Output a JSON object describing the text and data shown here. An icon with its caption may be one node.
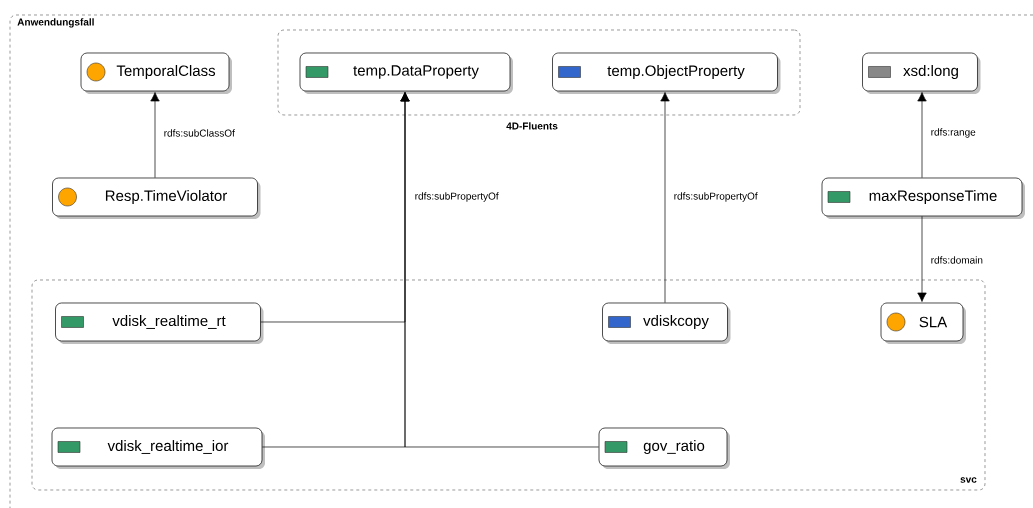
{
  "diagram": {
    "nodes": [
      {
        "text": [
          "Anwendungsfall"
        ]
      },
      {
        "text": [
          "4D-Fluents"
        ],
        "in": 0
      },
      {
        "text": [
          "temp.DataProperty"
        ],
        "in": 1
      },
      {
        "text": [
          "temp.ObjectProperty"
        ],
        "in": 1
      },
      {
        "text": [
          "TemporalClass"
        ],
        "in": 0
      },
      {
        "text": [
          "xsd:long"
        ],
        "in": 0
      },
      {
        "text": [
          "Resp.TimeViolator"
        ],
        "in": 0
      },
      {
        "text": [
          "maxResponseTime"
        ],
        "in": 0
      },
      {
        "text": [
          "svc"
        ],
        "in": 0
      },
      {
        "text": [
          "vdisk_realtime_rt"
        ],
        "in": 8
      },
      {
        "text": [
          "vdiskcopy"
        ],
        "in": 8
      },
      {
        "text": [
          "SLA"
        ],
        "in": 8
      },
      {
        "text": [
          "vdisk_realtime_ior"
        ],
        "in": 8
      },
      {
        "text": [
          "gov_ratio"
        ],
        "in": 8
      }
    ],
    "edges": [
      {
        "from": 6,
        "to": 4,
        "arrow": "to",
        "label": "rdfs:subClassOf"
      },
      {
        "from": 9,
        "to": 2,
        "arrow": "to",
        "label": "rdfs:subPropertyOf"
      },
      {
        "from": 12,
        "to": 2,
        "arrow": "to"
      },
      {
        "from": 13,
        "to": 2,
        "arrow": "to"
      },
      {
        "from": 10,
        "to": 3,
        "arrow": "to",
        "label": "rdfs:subPropertyOf"
      },
      {
        "from": 7,
        "to": 5,
        "arrow": "to",
        "label": "rdfs:range"
      },
      {
        "from": 7,
        "to": 11,
        "arrow": "to",
        "label": "rdfs:domain"
      }
    ]
  }
}
